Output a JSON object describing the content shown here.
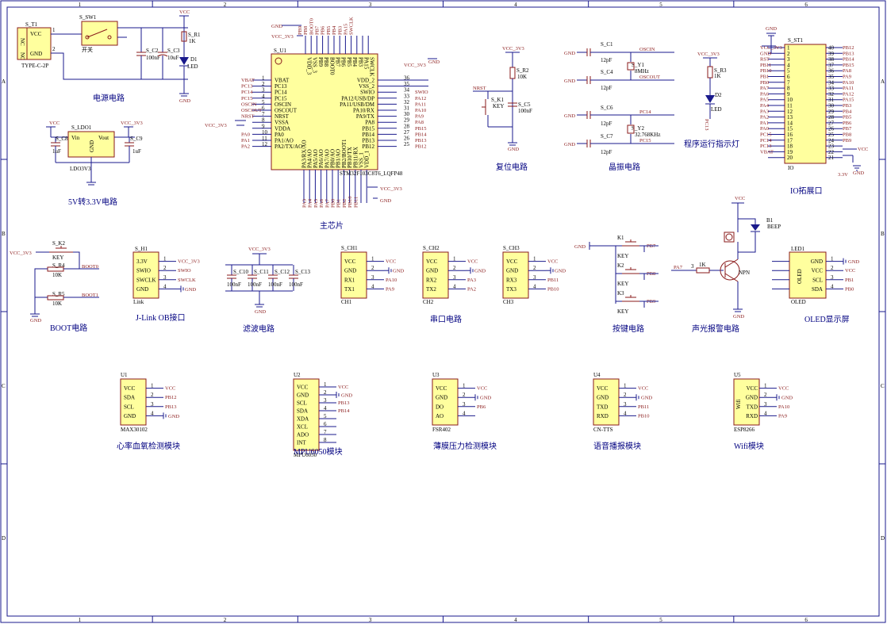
{
  "border": {
    "cols": [
      "1",
      "2",
      "3",
      "4",
      "5",
      "6"
    ],
    "rows": [
      "A",
      "B",
      "C",
      "D"
    ]
  },
  "titles": {
    "power": "电源电路",
    "ldo": "5V转3.3V电路",
    "mcu": "主芯片",
    "reset": "复位电路",
    "crystal": "晶振电路",
    "indicator": "程序运行指示灯",
    "io": "IO拓展口",
    "boot": "BOOT电路",
    "jlink": "J-Link OB接口",
    "filter": "滤波电路",
    "uart": "串口电路",
    "keys": "按键电路",
    "alarm": "声光报警电路",
    "oled": "OLED显示屏",
    "max30102": "心率血氧检测模块",
    "mpu6050": "MPU6050模块",
    "fsr": "薄膜压力检测模块",
    "voice": "语音播报模块",
    "wifi": "Wifi模块"
  },
  "power": {
    "t1_ref": "S_T1",
    "t1_part": "TYPE-C-2P",
    "vcc": "VCC",
    "gnd": "GND",
    "nc": "NC",
    "sw_ref": "S_SW1",
    "sw_name": "开关",
    "c2": "S_C2",
    "c2v": "100nF",
    "c3": "S_C3",
    "c3v": "10uF",
    "r1": "S_R1",
    "r1v": "1K",
    "d1": "D1",
    "led": "LED",
    "net_vcc": "VCC",
    "net_gnd": "GND"
  },
  "ldo": {
    "ref": "S_LDO1",
    "part": "LDO3V3",
    "vin": "Vin",
    "vout": "Vout",
    "gnd": "GND",
    "vcc": "VCC",
    "vcc3": "VCC_3V3",
    "c8": "S_C8",
    "c8v": "1uF",
    "c9": "S_C9",
    "c9v": "1uF"
  },
  "mcu": {
    "ref": "S_U1",
    "part": "STM32F103C8T6_LQFP48",
    "left_pins": [
      "VBAT",
      "PC13",
      "PC14",
      "PC15",
      "OSCIN",
      "OSCOUT",
      "NRST",
      "VSSA",
      "VDDA",
      "PA0",
      "PA1/AO",
      "PA2/TX/AO"
    ],
    "left_nums": [
      "1",
      "2",
      "3",
      "4",
      "5",
      "6",
      "7",
      "8",
      "9",
      "10",
      "11",
      "12"
    ],
    "left_nets": [
      "VBAT",
      "PC13",
      "PC14",
      "PC15",
      "OSCIN",
      "OSCOUT",
      "NRST",
      "GND",
      "VCC_3V3",
      "PA0",
      "PA1",
      "PA2"
    ],
    "right_pins": [
      "VDD_2",
      "VSS_2",
      "SWIO",
      "PA12/USB/DP",
      "PA11/USB/DM",
      "PA10/RX",
      "PA9/TX",
      "PA8",
      "PB15",
      "PB14",
      "PB13",
      "PB12"
    ],
    "right_nums": [
      "36",
      "35",
      "34",
      "33",
      "32",
      "31",
      "30",
      "29",
      "28",
      "27",
      "26",
      "25"
    ],
    "right_nets": [
      "VCC_3V3",
      "GND",
      "SWIO",
      "PA12",
      "PA11",
      "PA10",
      "PA9",
      "PA8",
      "PB15",
      "PB14",
      "PB13",
      "PB12"
    ],
    "top_pins": [
      "VDD_3",
      "VSS_3",
      "PB9",
      "PB8",
      "BOOT0",
      "PB7",
      "PB6",
      "PB5",
      "PB4",
      "PB3",
      "PA15",
      "SWCLK"
    ],
    "top_nets": [
      "GND",
      "VCC_3V3",
      "PB9",
      "PB8",
      "BOOT0",
      "PB7",
      "PB6",
      "PB5",
      "PB4",
      "PB3",
      "PA15",
      "SWCLK"
    ],
    "bottom_pins": [
      "PA3/RX/AO",
      "PA4/AO",
      "PA5/AO",
      "PA6/AO",
      "PA7/AO",
      "PB0/AO",
      "PB1/AO",
      "PB2/BOOT1",
      "PB10/TX",
      "PB11/RX",
      "VSS_1",
      "VDD_1"
    ],
    "bottom_nets": [
      "PA3",
      "PA4",
      "PA5",
      "PA6",
      "PA7",
      "PB0",
      "PB1",
      "PB2",
      "PB10",
      "PB11",
      "GND",
      "VCC_3V3"
    ]
  },
  "reset": {
    "vcc3": "VCC_3V3",
    "r2": "S_R2",
    "r2v": "10K",
    "nrst": "NRST",
    "k1": "S_K1",
    "key": "KEY",
    "c5": "S_C5",
    "c5v": "100nF",
    "gnd": "GND"
  },
  "crystal": {
    "c1": "S_C1",
    "c4": "S_C4",
    "c6": "S_C6",
    "c7": "S_C7",
    "cv": "12pF",
    "y1": "S_Y1",
    "y1v": "8MHz",
    "y2": "S_Y2",
    "y2v": "32.768KHz",
    "oscin": "OSCIN",
    "oscout": "OSCOUT",
    "pc14": "PC14",
    "pc15": "PC15",
    "gnd": "GND"
  },
  "indicator": {
    "vcc3": "VCC_3V3",
    "r3": "S_R3",
    "r3v": "1K",
    "d2": "D2",
    "led": "LED",
    "pc13": "PC13"
  },
  "io": {
    "ref": "S_ST1",
    "name": "IO",
    "gnd": "GND",
    "vcc3": "VCC_3V3",
    "v33": "3.3V",
    "vcc": "VCC",
    "left_nets": [
      "VCC_3V3",
      "GND",
      "RST",
      "PB11",
      "PB10",
      "PB1",
      "PB0",
      "PA7",
      "PA6",
      "PA5",
      "PA4",
      "PA3",
      "PA2",
      "PA1",
      "PA0",
      "PC15",
      "PC14",
      "PC13",
      "VBAT"
    ],
    "left_nums": [
      "1",
      "2",
      "3",
      "4",
      "5",
      "6",
      "7",
      "8",
      "9",
      "10",
      "11",
      "12",
      "13",
      "14",
      "15",
      "16",
      "17",
      "18",
      "19",
      "20"
    ],
    "right_nums": [
      "40",
      "39",
      "38",
      "37",
      "36",
      "35",
      "34",
      "33",
      "32",
      "31",
      "30",
      "29",
      "28",
      "27",
      "26",
      "25",
      "24",
      "23",
      "22",
      "21"
    ],
    "right_nets": [
      "PB12",
      "PB13",
      "PB14",
      "PB15",
      "PA8",
      "PA9",
      "PA10",
      "PA11",
      "PA12",
      "PA15",
      "PB3",
      "PB4",
      "PB5",
      "PB6",
      "PB7",
      "PB8",
      "PB9",
      "VCC",
      "GND",
      ""
    ]
  },
  "boot": {
    "vcc3": "VCC_3V3",
    "k2": "S_K2",
    "key": "KEY",
    "r4": "S_R4",
    "r5": "S_R5",
    "rv": "10K",
    "boot0": "BOOT0",
    "boot1": "BOOT1",
    "gnd": "GND"
  },
  "jlink": {
    "ref": "S_H1",
    "name": "Link",
    "pins": [
      "3.3V",
      "SWIO",
      "SWCLK",
      "GND"
    ],
    "nums": [
      "1",
      "2",
      "3",
      "4"
    ],
    "nets": [
      "VCC_3V3",
      "SWIO",
      "SWCLK",
      "GND"
    ]
  },
  "filter": {
    "vcc3": "VCC_3V3",
    "gnd": "GND",
    "caps": [
      "S_C10",
      "S_C11",
      "S_C12",
      "S_C13"
    ],
    "cv": "100nF"
  },
  "uart": {
    "chips": [
      {
        "ref": "S_CH1",
        "name": "CH1",
        "pins": [
          "VCC",
          "GND",
          "RX1",
          "TX1"
        ],
        "nets": [
          "VCC",
          "GND",
          "PA10",
          "PA9"
        ]
      },
      {
        "ref": "S_CH2",
        "name": "CH2",
        "pins": [
          "VCC",
          "GND",
          "RX2",
          "TX2"
        ],
        "nets": [
          "VCC",
          "GND",
          "PA3",
          "PA2"
        ]
      },
      {
        "ref": "S_CH3",
        "name": "CH3",
        "pins": [
          "VCC",
          "GND",
          "RX3",
          "TX3"
        ],
        "nets": [
          "VCC",
          "GND",
          "PB11",
          "PB10"
        ]
      }
    ],
    "nums": [
      "1",
      "2",
      "3",
      "4"
    ]
  },
  "keys": {
    "gnd": "GND",
    "items": [
      {
        "ref": "K1",
        "name": "KEY",
        "net": "PB7"
      },
      {
        "ref": "K2",
        "name": "KEY",
        "net": "PB8"
      },
      {
        "ref": "K3",
        "name": "KEY",
        "net": "PB9"
      }
    ]
  },
  "alarm": {
    "vcc": "VCC",
    "b1": "B1",
    "beep": "BEEP",
    "pa7": "PA7",
    "r": "1K",
    "npn": "NPN",
    "gnd": "GND",
    "pin3": "3"
  },
  "oled": {
    "ref": "LED1",
    "name": "OLED",
    "label": "OLED",
    "pins": [
      "GND",
      "VCC",
      "SCL",
      "SDA"
    ],
    "nums": [
      "1",
      "2",
      "3",
      "4"
    ],
    "nets": [
      "GND",
      "VCC",
      "PB1",
      "PB0"
    ]
  },
  "modules": [
    {
      "ref": "U1",
      "part": "MAX30102",
      "pins": [
        "VCC",
        "SDA",
        "SCL",
        "GND"
      ],
      "nets": [
        "VCC",
        "PB12",
        "PB13",
        "GND"
      ]
    },
    {
      "ref": "U2",
      "part": "MPU6050",
      "pins": [
        "VCC",
        "GND",
        "SCL",
        "SDA",
        "XDA",
        "XCL",
        "ADO",
        "INT"
      ],
      "nets": [
        "VCC",
        "GND",
        "PB13",
        "PB14",
        "",
        "",
        "",
        ""
      ]
    },
    {
      "ref": "U3",
      "part": "FSR402",
      "pins": [
        "VCC",
        "GND",
        "DO",
        "AO"
      ],
      "nets": [
        "VCC",
        "GND",
        "PB6",
        ""
      ]
    },
    {
      "ref": "U4",
      "part": "CN-TTS",
      "pins": [
        "VCC",
        "GND",
        "TXD",
        "RXD"
      ],
      "nets": [
        "VCC",
        "GND",
        "PB11",
        "PB10"
      ]
    },
    {
      "ref": "U5",
      "part": "ESP8266",
      "label": "Wifi",
      "pins": [
        "VCC",
        "GND",
        "TXD",
        "RXD"
      ],
      "nets": [
        "VCC",
        "GND",
        "PA10",
        "PA9"
      ]
    }
  ],
  "colors": {
    "wire": "#1a1a8c",
    "part": "#8a1a1a",
    "chip": "#ffff9e",
    "title": "#000080",
    "frame": "#1a1a8c"
  }
}
